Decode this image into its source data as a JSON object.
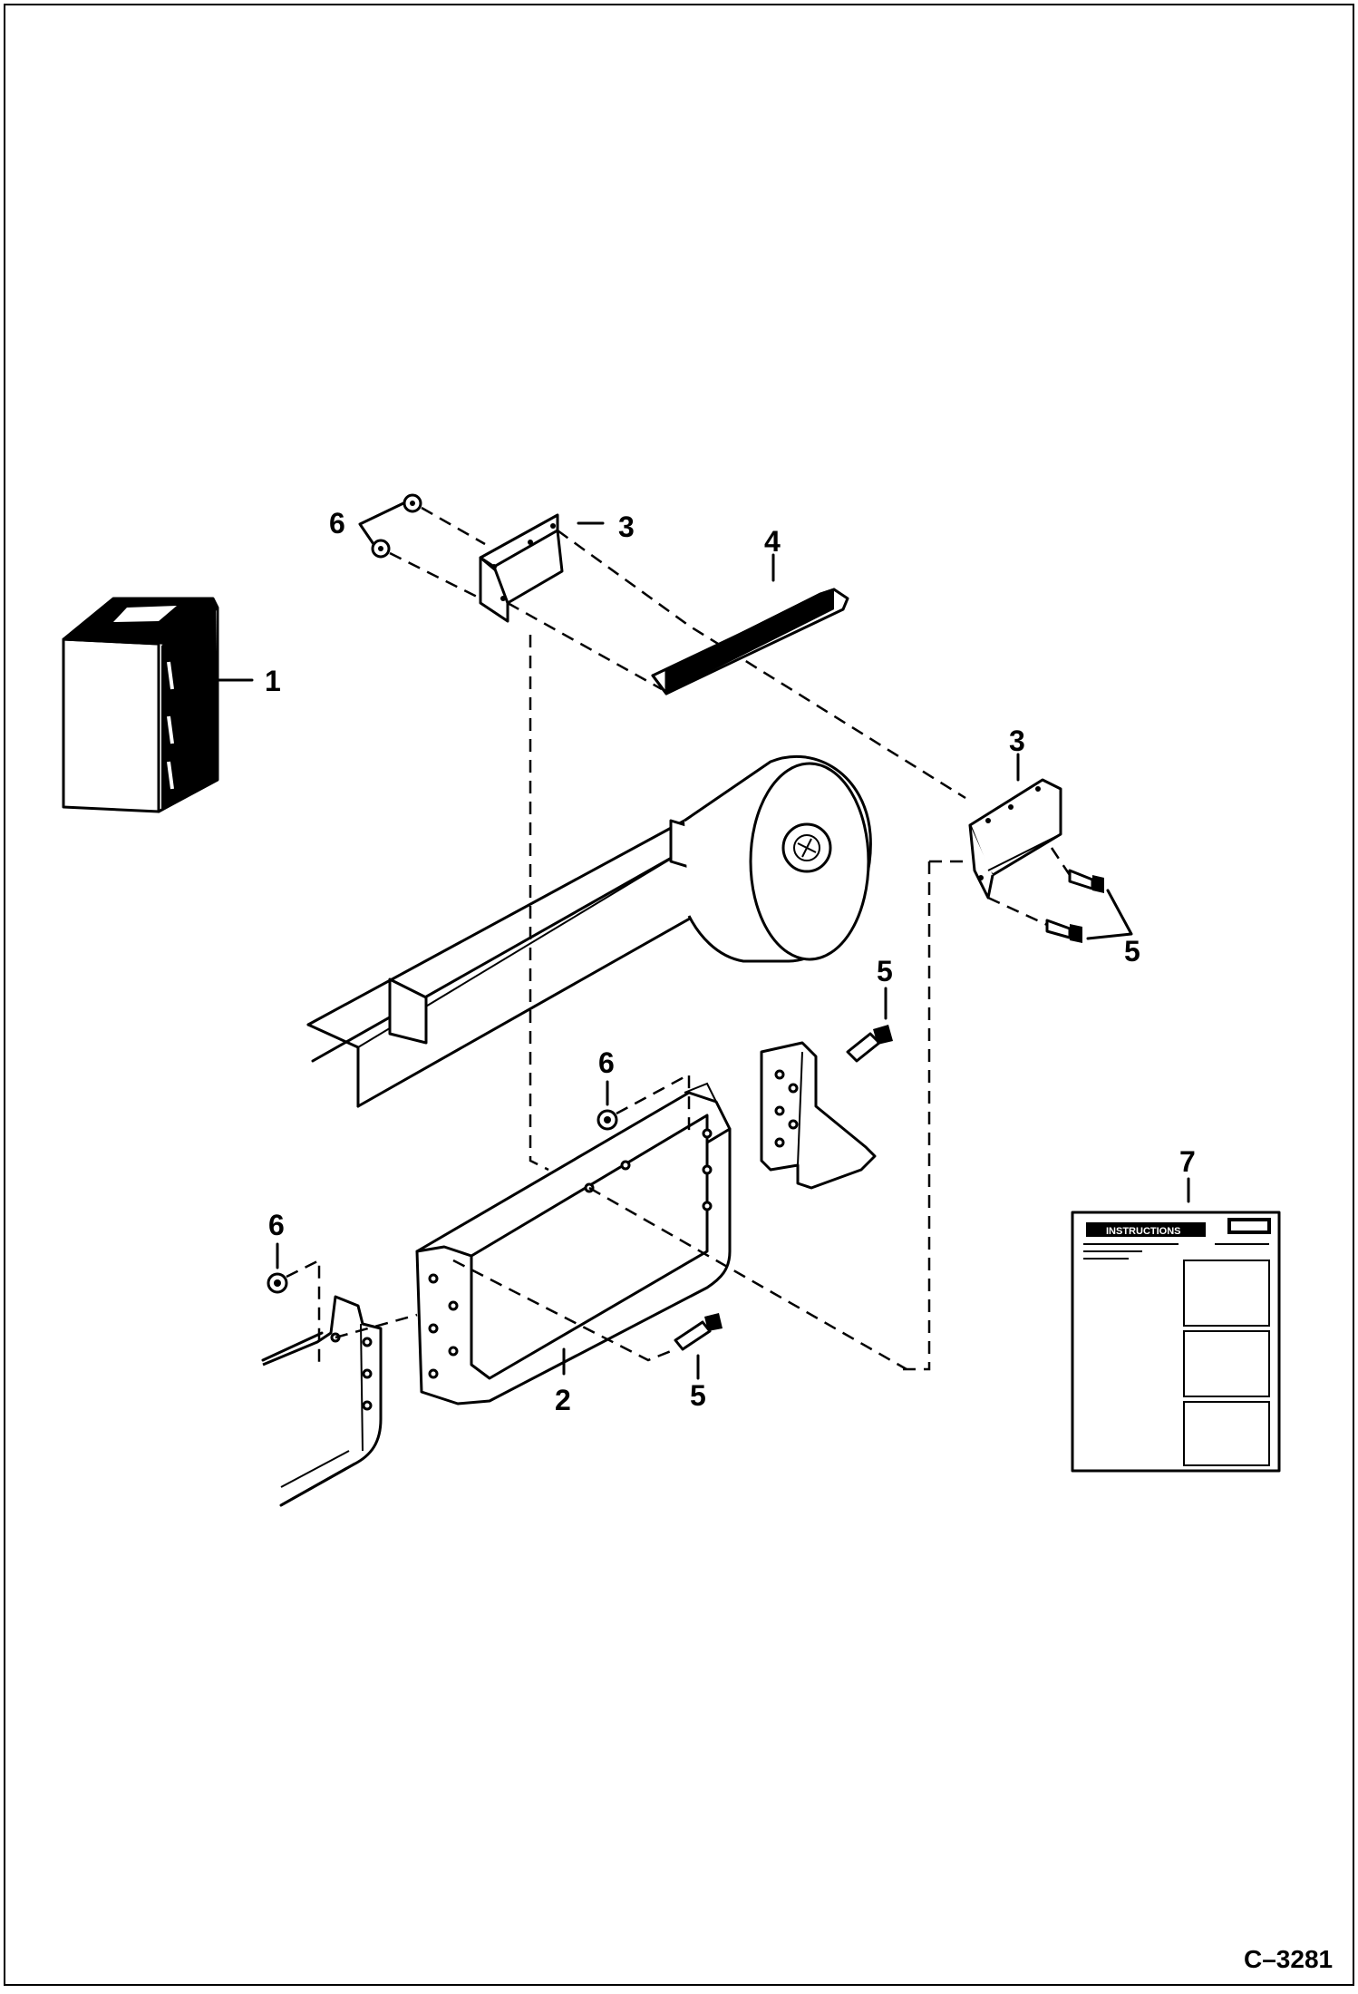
{
  "diagram": {
    "drawing_number": "C–3281",
    "callouts": {
      "c1": "1",
      "c2": "2",
      "c3a": "3",
      "c3b": "3",
      "c4": "4",
      "c5a": "5",
      "c5b": "5",
      "c5c": "5",
      "c6a": "6",
      "c6b": "6",
      "c6c": "6",
      "c7": "7"
    },
    "instruction_sheet": {
      "title": "INSTRUCTIONS"
    }
  }
}
